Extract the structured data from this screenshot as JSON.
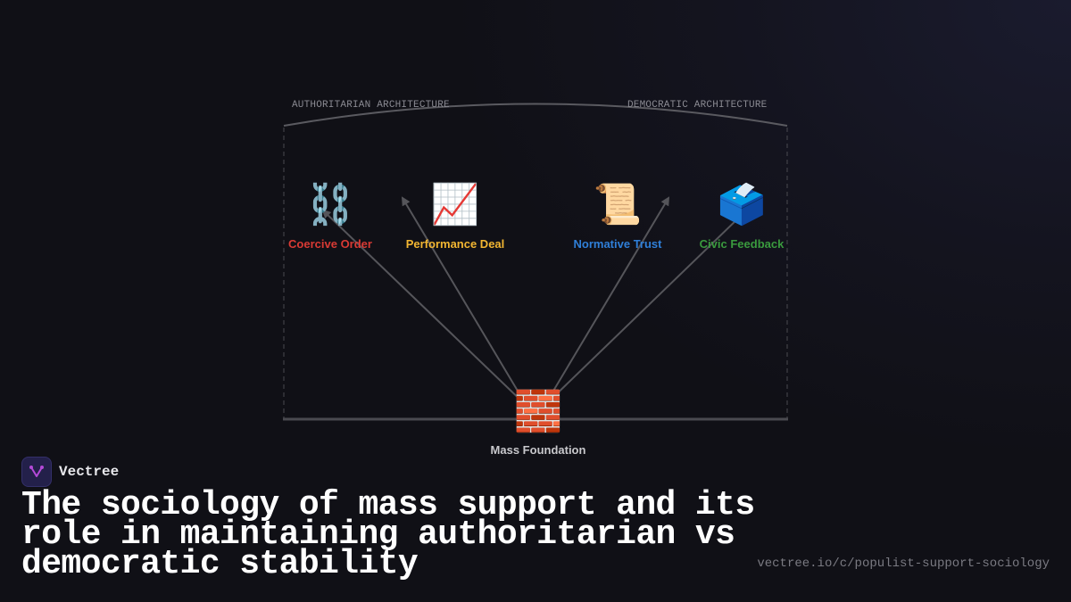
{
  "diagram": {
    "arch_labels": {
      "left": "AUTHORITARIAN ARCHITECTURE",
      "right": "DEMOCRATIC ARCHITECTURE"
    },
    "nodes": [
      {
        "id": "coercive",
        "label": "Coercive Order",
        "icon": "chains-icon",
        "glyph": "⛓️",
        "color": "#d93a34"
      },
      {
        "id": "performance",
        "label": "Performance Deal",
        "icon": "chart-increasing-icon",
        "glyph": "📈",
        "color": "#f2b632"
      },
      {
        "id": "normative",
        "label": "Normative Trust",
        "icon": "scroll-icon",
        "glyph": "📜",
        "color": "#2f7fd8"
      },
      {
        "id": "civic",
        "label": "Civic Feedback",
        "icon": "ballot-box-icon",
        "glyph": "🗳️",
        "color": "#3a9a3e"
      }
    ],
    "foundation": {
      "label": "Mass Foundation",
      "icon": "brick-icon",
      "glyph": "🧱",
      "color": "#c8c8cc"
    },
    "colors": {
      "line": "#55555a",
      "frame": "#4a4a50",
      "arch": "#5a5a60"
    }
  },
  "brand": {
    "name": "Vectree",
    "logo_color": "#b44ad8"
  },
  "title": "The sociology of mass support and its role in maintaining authoritarian vs democratic stability",
  "url": "vectree.io/c/populist-support-sociology"
}
